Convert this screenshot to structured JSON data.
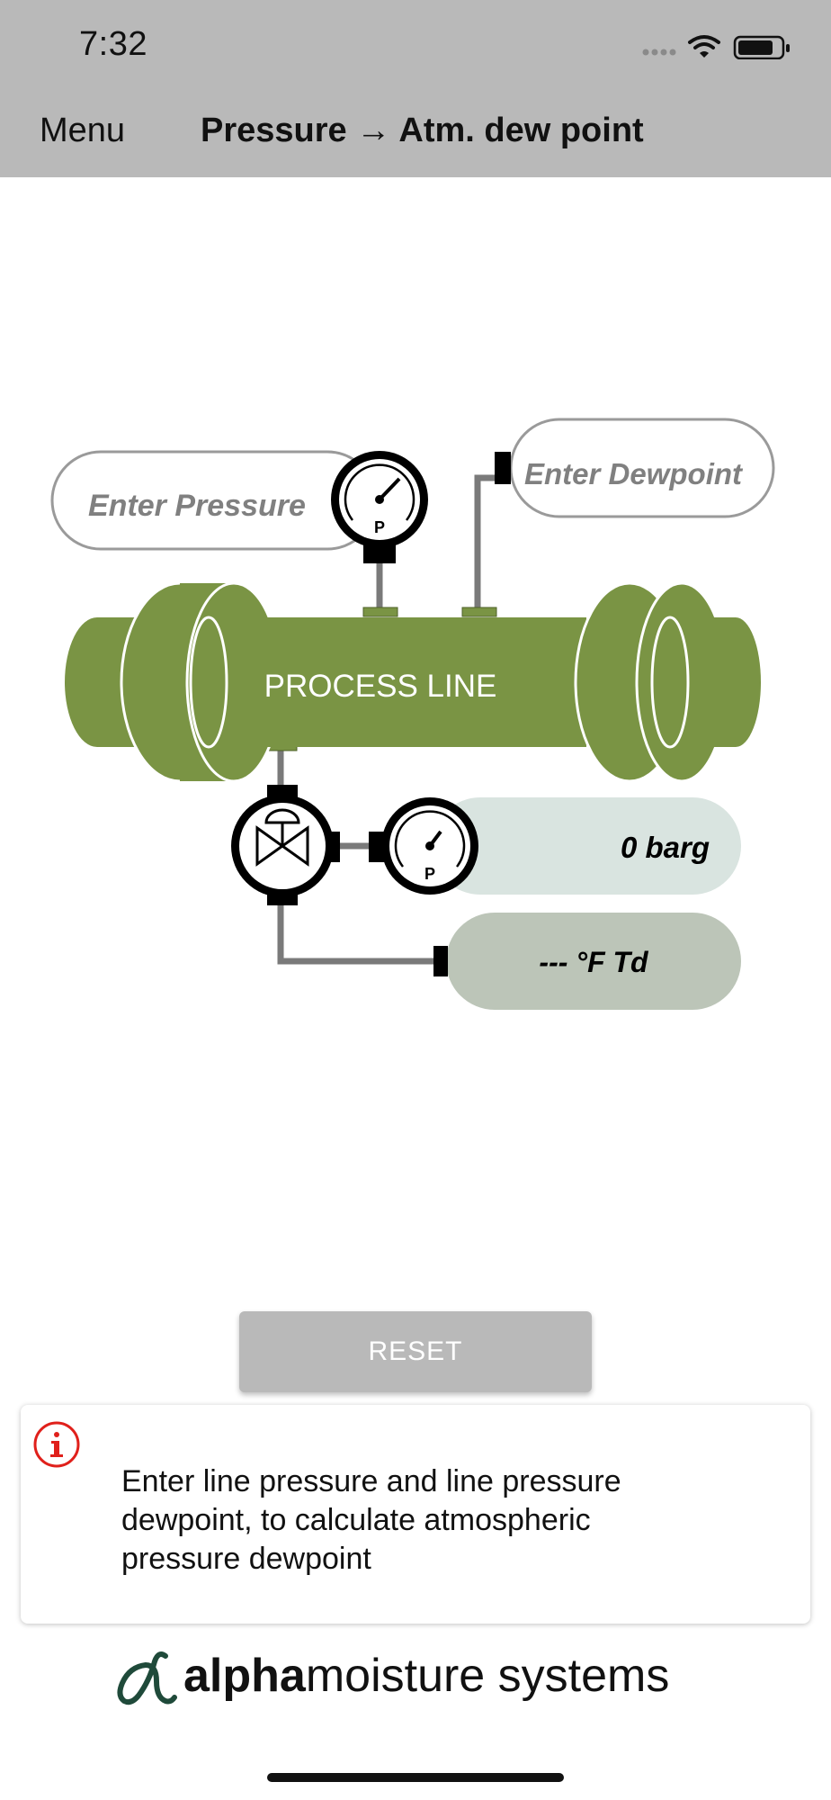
{
  "status_bar": {
    "time": "7:32"
  },
  "nav": {
    "menu_label": "Menu",
    "title": "Pressure → Atm. dew point"
  },
  "diagram": {
    "pressure_placeholder": "Enter Pressure",
    "dewpoint_placeholder": "Enter Dewpoint",
    "process_line_label": "PROCESS LINE",
    "gauge_letter": "P",
    "output_pressure": "0 barg",
    "output_dewpoint": "--- °F Td"
  },
  "reset_label": "RESET",
  "info": {
    "text": "Enter line pressure and line pressure dewpoint, to calculate atmospheric pressure dewpoint"
  },
  "logo": {
    "bold": "alpha",
    "rest": "moisture systems"
  },
  "colors": {
    "nav_bg": "#b9b9b9",
    "pipe_green": "#7a9444",
    "pressure_output_bg": "#d9e4e0",
    "dewpoint_output_bg": "#bcc5b8",
    "info_red": "#e0201b",
    "logo_green": "#1f4a3a"
  }
}
